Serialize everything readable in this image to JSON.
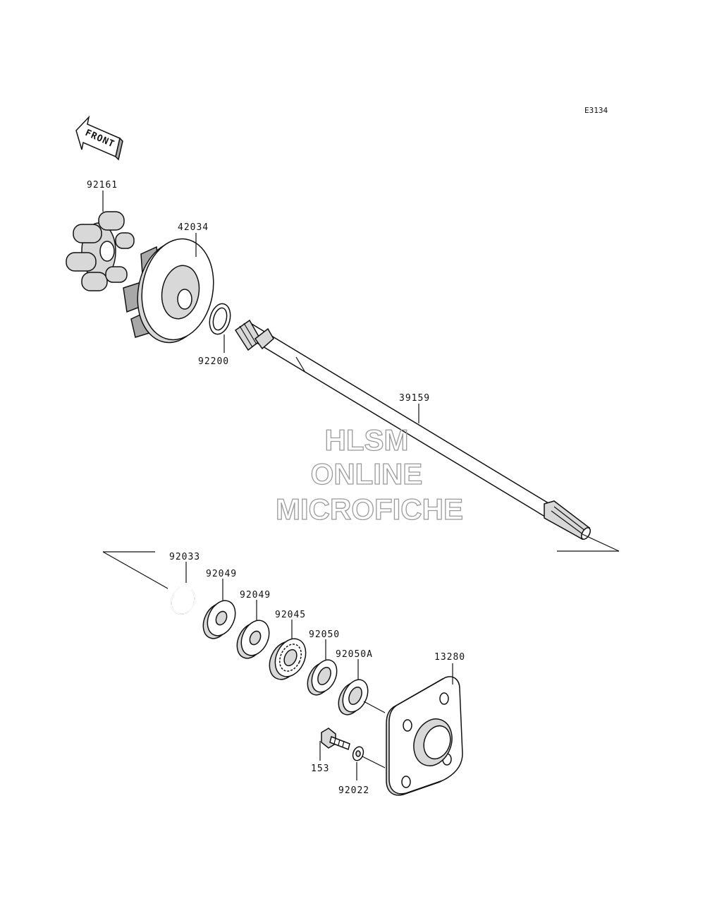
{
  "diagram_code": "E3134",
  "front_arrow": "FRONT",
  "watermark": {
    "line1": "HLSM",
    "line2": "ONLINE",
    "line3": "MICROFICHE"
  },
  "parts": {
    "p92161": "92161",
    "p42034": "42034",
    "p92200": "92200",
    "p39159": "39159",
    "p92033": "92033",
    "p92049a": "92049",
    "p92049b": "92049",
    "p92045": "92045",
    "p92050": "92050",
    "p92050A": "92050A",
    "p13280": "13280",
    "p153": "153",
    "p92022": "92022"
  }
}
